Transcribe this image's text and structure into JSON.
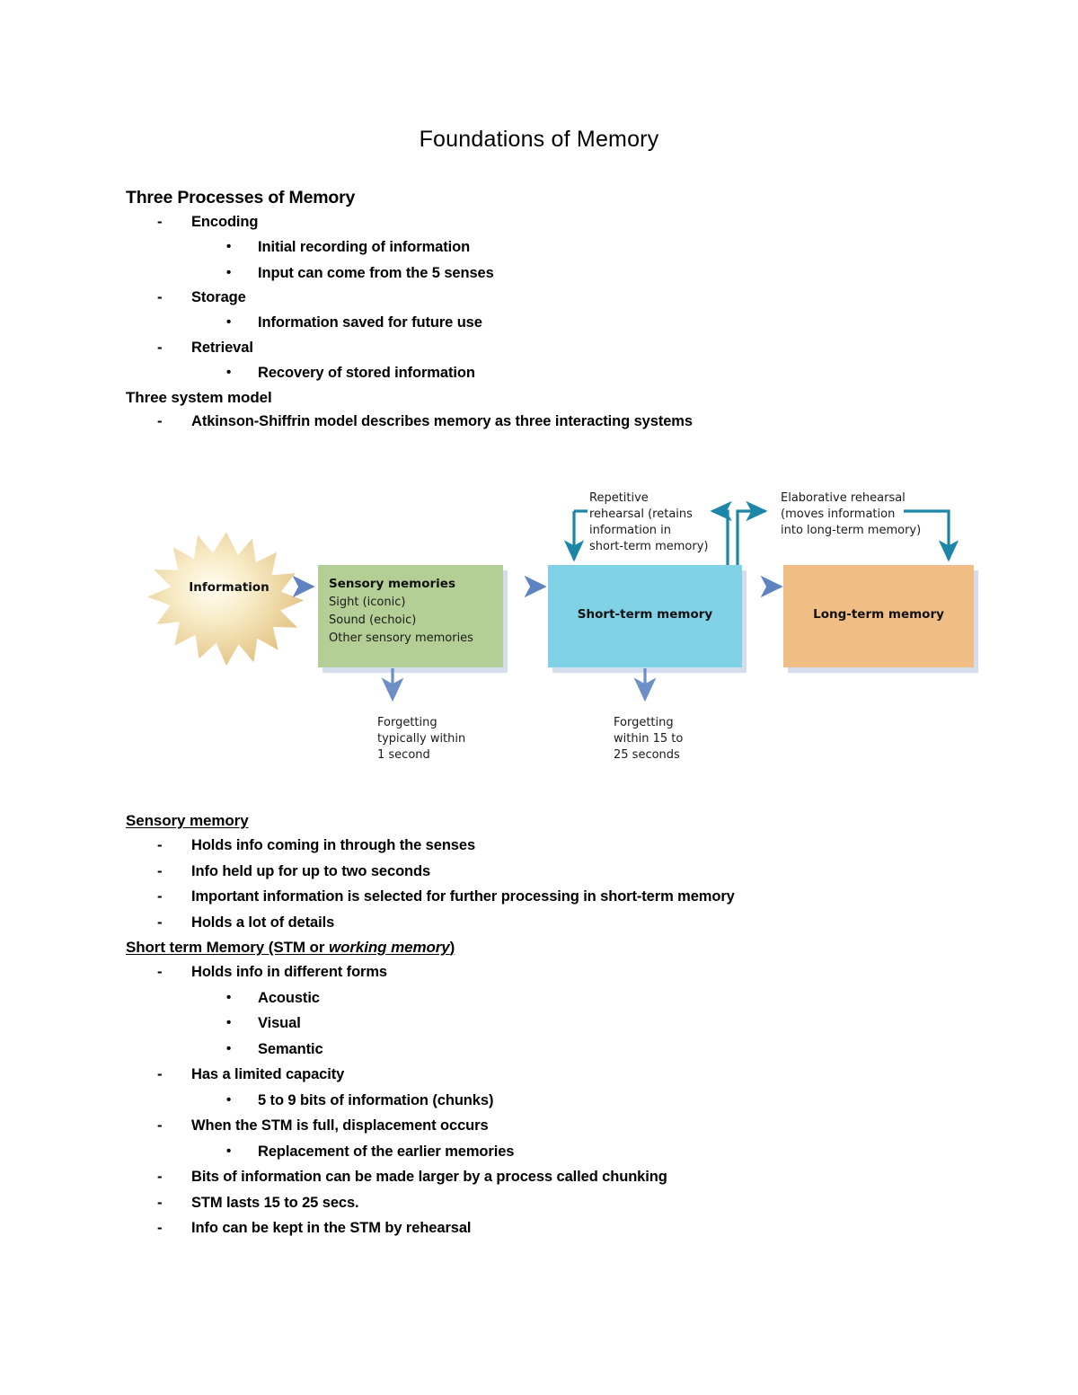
{
  "document": {
    "title": "Foundations of Memory",
    "sections": [
      {
        "heading": "Three Processes of Memory",
        "heading_style": "bold",
        "items": [
          {
            "level": 1,
            "text": "Encoding"
          },
          {
            "level": 2,
            "text": "Initial recording of information"
          },
          {
            "level": 2,
            "text": "Input can come from the 5 senses"
          },
          {
            "level": 1,
            "text": "Storage"
          },
          {
            "level": 2,
            "text": "Information saved for future use"
          },
          {
            "level": 1,
            "text": "Retrieval"
          },
          {
            "level": 2,
            "text": "Recovery of stored information"
          }
        ]
      },
      {
        "heading": "Three system model",
        "heading_style": "plain",
        "items": [
          {
            "level": 1,
            "text": "Atkinson-Shiffrin model describes memory as three interacting systems"
          }
        ]
      },
      {
        "heading": "Sensory memory",
        "heading_style": "underline",
        "items": [
          {
            "level": 1,
            "text": "Holds info coming in through the senses"
          },
          {
            "level": 1,
            "text": "Info held up for up to two seconds"
          },
          {
            "level": 1,
            "text": "Important information is selected for further processing in short-term memory"
          },
          {
            "level": 1,
            "text": "Holds a lot of details"
          }
        ]
      },
      {
        "heading": "Short term Memory (STM or ",
        "heading_italic": "working memory",
        "heading_tail": ")",
        "heading_style": "underline-italic",
        "items": [
          {
            "level": 1,
            "text": "Holds info in different forms"
          },
          {
            "level": 2,
            "text": "Acoustic"
          },
          {
            "level": 2,
            "text": "Visual"
          },
          {
            "level": 2,
            "text": "Semantic"
          },
          {
            "level": 1,
            "text": "Has a limited capacity"
          },
          {
            "level": 2,
            "text": "5 to 9 bits of information (chunks)"
          },
          {
            "level": 1,
            "text": "When the STM is full, displacement occurs"
          },
          {
            "level": 2,
            "text": "Replacement of the earlier memories"
          },
          {
            "level": 1,
            "text": "Bits of information can be made larger by a process called chunking"
          },
          {
            "level": 1,
            "text": "STM lasts 15 to 25 secs."
          },
          {
            "level": 1,
            "text": "Info can be kept in the STM by rehearsal"
          }
        ]
      }
    ]
  },
  "diagram": {
    "name": "atkinson-shiffrin-three-system-model",
    "starburst_label": "Information",
    "boxes": [
      {
        "id": "sensory",
        "title": "Sensory memories",
        "lines": [
          "Sight (iconic)",
          "Sound (echoic)",
          "Other sensory memories"
        ],
        "color": "#b4cf96"
      },
      {
        "id": "stm",
        "title": "Short-term memory",
        "lines": [],
        "color": "#7fd2e5"
      },
      {
        "id": "ltm",
        "title": "Long-term memory",
        "lines": [],
        "color": "#f0bd85"
      }
    ],
    "annotations": {
      "repetitive_rehearsal": [
        "Repetitive",
        "rehearsal (retains",
        "information in",
        "short-term memory)"
      ],
      "elaborative_rehearsal": [
        "Elaborative rehearsal",
        "(moves information",
        "into long-term memory)"
      ],
      "forgetting_sensory": [
        "Forgetting",
        "typically within",
        "1 second"
      ],
      "forgetting_stm": [
        "Forgetting",
        "within 15 to",
        "25 seconds"
      ]
    },
    "colors": {
      "flow_arrow": "#6d8fc8",
      "rehearsal_arrow": "#1b86a8",
      "starburst_edge": "#e6c989",
      "starburst_center": "#fdf6e0",
      "shadow": "#c7d3e8"
    }
  }
}
